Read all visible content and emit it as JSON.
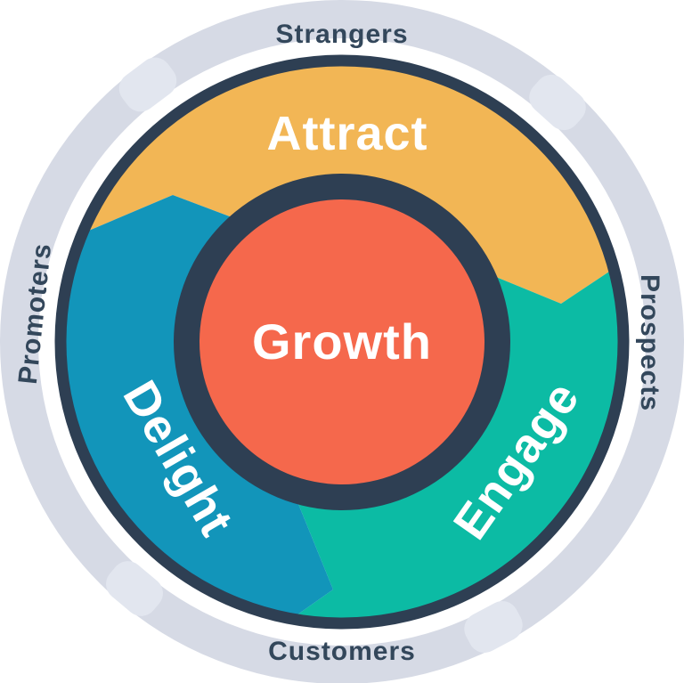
{
  "diagram": {
    "hub": {
      "label": "Growth",
      "circle_color": "#f5684c",
      "ring_color": "#2e3f53"
    },
    "segments": [
      {
        "label": "Attract",
        "color": "#f2b655"
      },
      {
        "label": "Engage",
        "color": "#0cbba4"
      },
      {
        "label": "Delight",
        "color": "#1295ba"
      }
    ],
    "outer_labels": [
      {
        "position": "top",
        "label": "Strangers"
      },
      {
        "position": "right",
        "label": "Prospects"
      },
      {
        "position": "bottom",
        "label": "Customers"
      },
      {
        "position": "left",
        "label": "Promoters"
      }
    ],
    "colors": {
      "ring": "#d6dae5",
      "ring_tab": "#e2e6ef",
      "outline": "#2e3f53",
      "label_text": "#33475b",
      "segment_text": "#ffffff",
      "background": "#ffffff"
    }
  }
}
